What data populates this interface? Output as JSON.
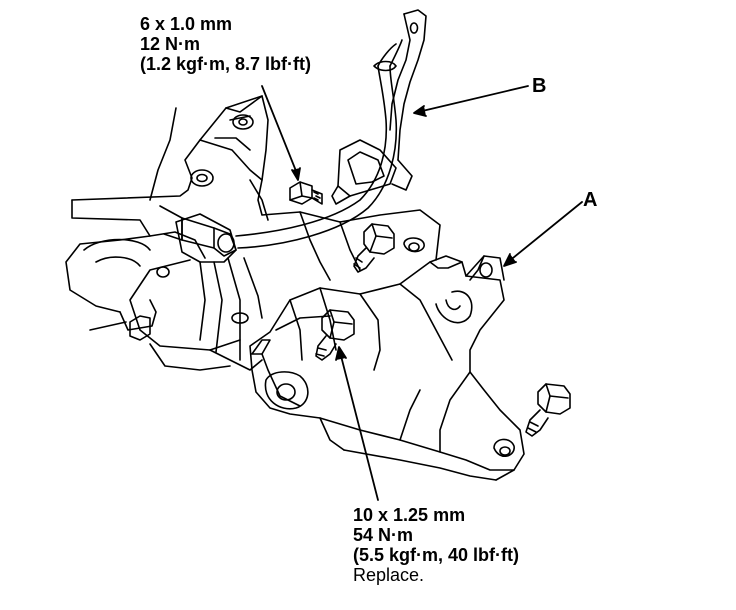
{
  "callouts": {
    "a": "A",
    "b": "B"
  },
  "spec_top": {
    "line1": "6 x 1.0 mm",
    "line2": "12 N·m",
    "line3": "(1.2 kgf·m, 8.7 lbf·ft)"
  },
  "spec_bottom": {
    "line1": "10 x 1.25 mm",
    "line2": "54 N·m",
    "line3": "(5.5 kgf·m, 40 lbf·ft)",
    "line4": "Replace."
  },
  "colors": {
    "ink": "#000000",
    "paper": "#ffffff"
  }
}
